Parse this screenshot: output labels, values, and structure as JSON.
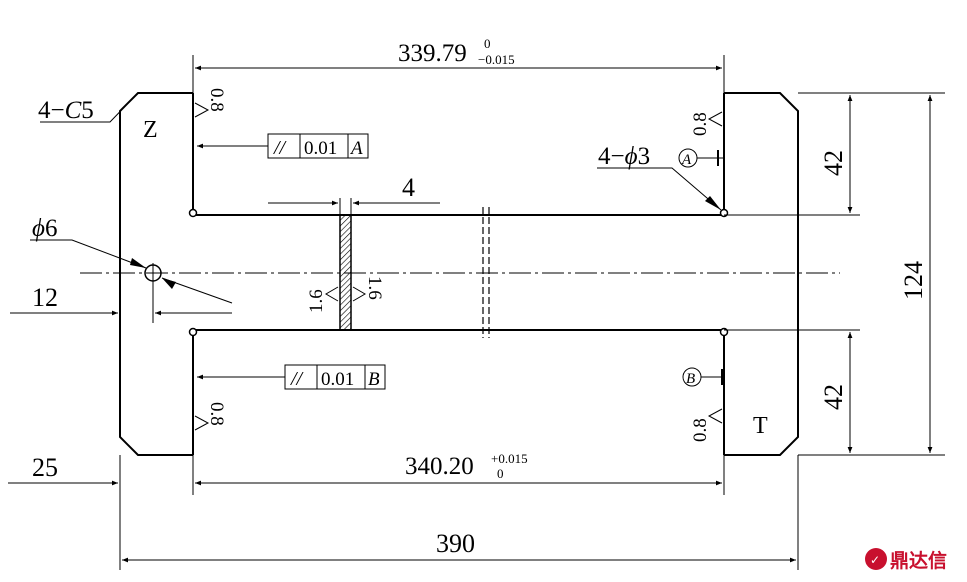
{
  "drawing": {
    "dims": {
      "top_length": "339.79",
      "top_tol_upper": "0",
      "top_tol_lower": "−0.015",
      "bottom_length": "340.20",
      "bottom_tol_upper": "+0.015",
      "bottom_tol_lower": "0",
      "slot_width": "4",
      "right_top": "42",
      "right_mid": "124",
      "right_bottom": "42",
      "left_offset": "25",
      "hole_offset": "12",
      "overall": "390"
    },
    "labels": {
      "chamfer_prefix": "4−",
      "chamfer_c": "C",
      "chamfer_size": "5",
      "hole_phi": "ϕ",
      "hole_size": "6",
      "pin_prefix": "4−",
      "pin_phi": "ϕ",
      "pin_size": "3",
      "face_z": "Z",
      "face_t": "T",
      "rough_1": "0.8",
      "rough_2": "0.8",
      "rough_3": "0.8",
      "rough_4": "0.8",
      "rough_slot_l": "1.6",
      "rough_slot_r": "1.6"
    },
    "fcf_top": {
      "symbol": "//",
      "value": "0.01",
      "datum": "A"
    },
    "fcf_bottom": {
      "symbol": "//",
      "value": "0.01",
      "datum": "B"
    },
    "datum_a": "A",
    "datum_b": "B"
  },
  "watermark": {
    "text": "鼎达信",
    "color": "#c8102e"
  }
}
